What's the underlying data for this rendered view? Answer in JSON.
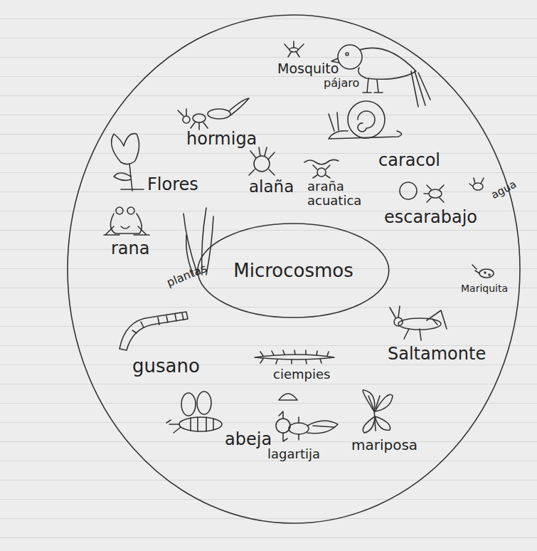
{
  "diagram": {
    "nodes": [
      {
        "text": [
          "Microcosmos"
        ]
      }
    ],
    "labels": [
      "Mosquito",
      "pájaro",
      "hormiga",
      "caracol",
      "Flores",
      "alaña",
      "araña acuatica",
      "rana",
      "escarabajo",
      "agua",
      "Mariquita",
      "plantas",
      "gusano",
      "ciempies",
      "Saltamonte",
      "abeja",
      "lagartija",
      "mariposa"
    ]
  }
}
